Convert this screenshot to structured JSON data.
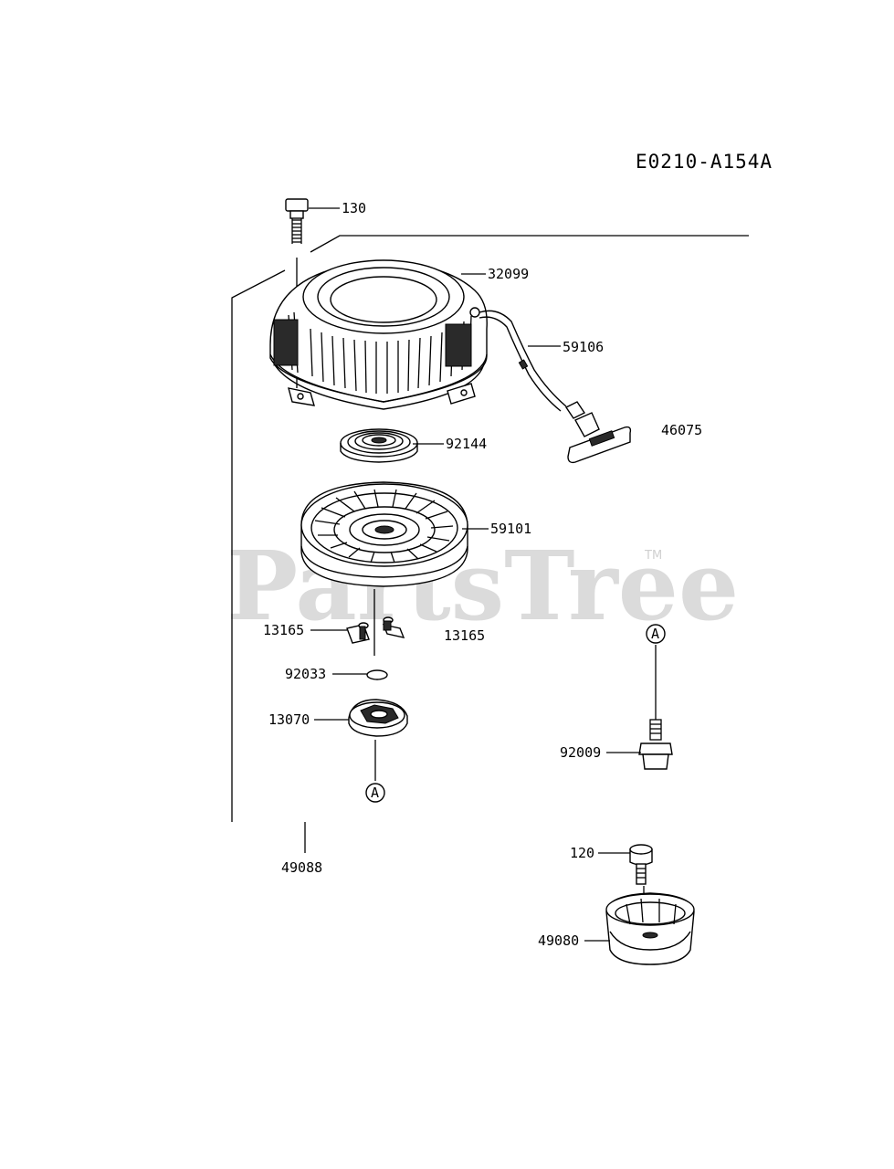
{
  "diagram_code": "E0210-A154A",
  "watermark": {
    "text": "PartsTree",
    "trademark": "TM"
  },
  "parts": [
    {
      "key": "p130",
      "label": "130"
    },
    {
      "key": "p32099",
      "label": "32099"
    },
    {
      "key": "p59106",
      "label": "59106"
    },
    {
      "key": "p46075",
      "label": "46075"
    },
    {
      "key": "p92144",
      "label": "92144"
    },
    {
      "key": "p59101",
      "label": "59101"
    },
    {
      "key": "p13165a",
      "label": "13165"
    },
    {
      "key": "p13165b",
      "label": "13165"
    },
    {
      "key": "p92033",
      "label": "92033"
    },
    {
      "key": "p13070",
      "label": "13070"
    },
    {
      "key": "p92009",
      "label": "92009"
    },
    {
      "key": "p49088",
      "label": "49088"
    },
    {
      "key": "p120",
      "label": "120"
    },
    {
      "key": "p49080",
      "label": "49080"
    }
  ],
  "reference_marks": {
    "a1": "A",
    "a2": "A"
  }
}
